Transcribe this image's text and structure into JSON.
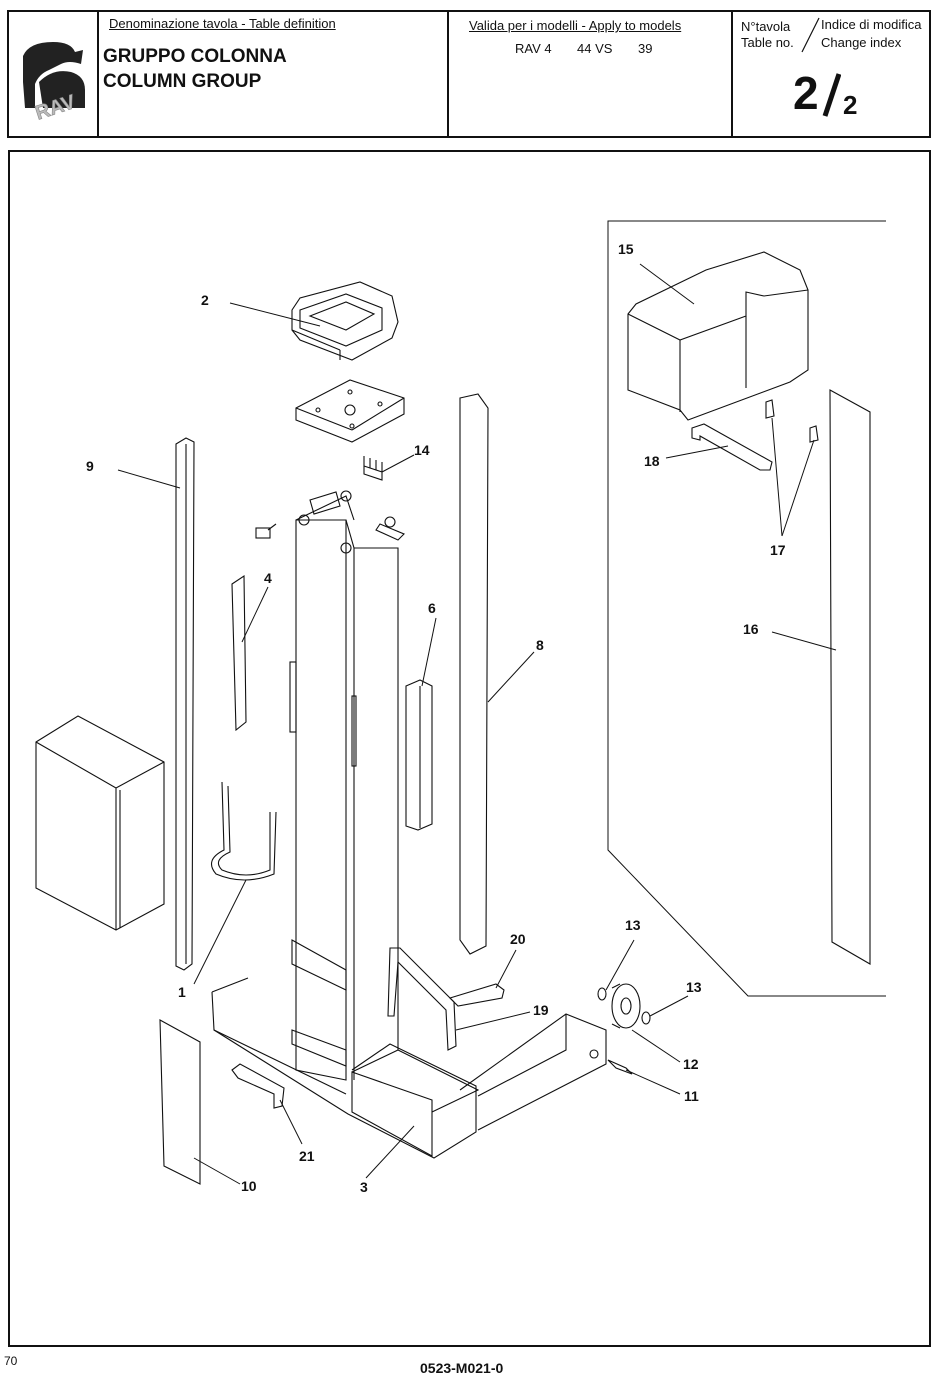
{
  "header": {
    "logo_text": "RAV",
    "table_definition_label": "Denominazione tavola - Table definition",
    "title_it": "GRUPPO COLONNA",
    "title_en": "COLUMN GROUP",
    "models_label": "Valida per i modelli - Apply to models",
    "models": [
      "RAV 4",
      "44 VS",
      "39"
    ],
    "table_no_label_it": "N°tavola",
    "table_no_label_en": "Table no.",
    "change_index_label_it": "Indice di modifica",
    "change_index_label_en": "Change index",
    "table_number": "2",
    "table_total": "2"
  },
  "callouts": [
    {
      "id": "c2",
      "text": "2"
    },
    {
      "id": "c9",
      "text": "9"
    },
    {
      "id": "c14",
      "text": "14"
    },
    {
      "id": "c4",
      "text": "4"
    },
    {
      "id": "c6",
      "text": "6"
    },
    {
      "id": "c8",
      "text": "8"
    },
    {
      "id": "c1",
      "text": "1"
    },
    {
      "id": "c20",
      "text": "20"
    },
    {
      "id": "c19",
      "text": "19"
    },
    {
      "id": "c21",
      "text": "21"
    },
    {
      "id": "c10",
      "text": "10"
    },
    {
      "id": "c3",
      "text": "3"
    },
    {
      "id": "c13a",
      "text": "13"
    },
    {
      "id": "c13b",
      "text": "13"
    },
    {
      "id": "c12",
      "text": "12"
    },
    {
      "id": "c11",
      "text": "11"
    },
    {
      "id": "c15",
      "text": "15"
    },
    {
      "id": "c18",
      "text": "18"
    },
    {
      "id": "c17",
      "text": "17"
    },
    {
      "id": "c16",
      "text": "16"
    }
  ],
  "footer": {
    "page_number": "70",
    "document_code": "0523-M021-0"
  }
}
